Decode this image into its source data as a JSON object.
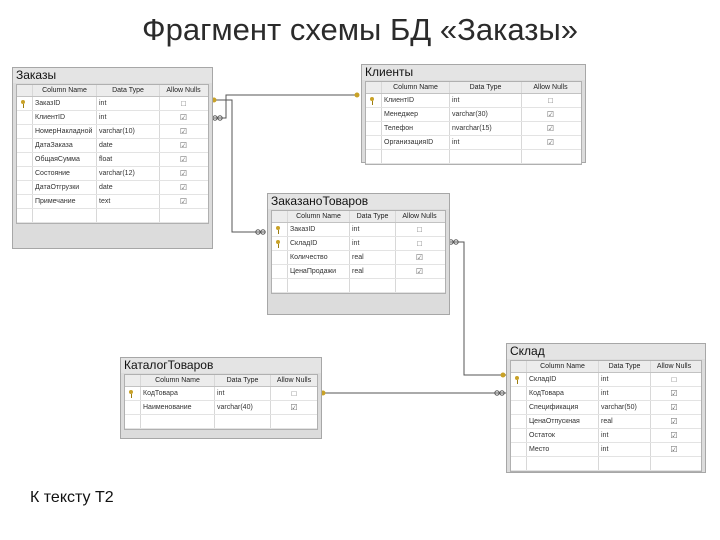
{
  "title": "Фрагмент схемы БД «Заказы»",
  "caption": "К тексту Т2",
  "columns_header": {
    "name": "Column Name",
    "type": "Data Type",
    "nulls": "Allow Nulls"
  },
  "colors": {
    "key": "#c9a227",
    "line": "#555555",
    "panel": "#dcdcdc"
  },
  "tables": [
    {
      "id": "zakazy",
      "title": "Заказы",
      "rows": [
        {
          "key": true,
          "name": "ЗаказID",
          "type": "int",
          "nulls": "□"
        },
        {
          "key": false,
          "name": "КлиентID",
          "type": "int",
          "nulls": "☑"
        },
        {
          "key": false,
          "name": "НомерНакладной",
          "type": "varchar(10)",
          "nulls": "☑"
        },
        {
          "key": false,
          "name": "ДатаЗаказа",
          "type": "date",
          "nulls": "☑"
        },
        {
          "key": false,
          "name": "ОбщаяСумма",
          "type": "float",
          "nulls": "☑"
        },
        {
          "key": false,
          "name": "Состояние",
          "type": "varchar(12)",
          "nulls": "☑"
        },
        {
          "key": false,
          "name": "ДатаОтгрузки",
          "type": "date",
          "nulls": "☑"
        },
        {
          "key": false,
          "name": "Примечание",
          "type": "text",
          "nulls": "☑"
        },
        {
          "key": false,
          "name": "",
          "type": "",
          "nulls": ""
        }
      ]
    },
    {
      "id": "klienty",
      "title": "Клиенты",
      "rows": [
        {
          "key": true,
          "name": "КлиентID",
          "type": "int",
          "nulls": "□"
        },
        {
          "key": false,
          "name": "Менеджер",
          "type": "varchar(30)",
          "nulls": "☑"
        },
        {
          "key": false,
          "name": "Телефон",
          "type": "nvarchar(15)",
          "nulls": "☑"
        },
        {
          "key": false,
          "name": "ОрганизацияID",
          "type": "int",
          "nulls": "☑"
        },
        {
          "key": false,
          "name": "",
          "type": "",
          "nulls": ""
        }
      ]
    },
    {
      "id": "zakazano",
      "title": "ЗаказаноТоваров",
      "rows": [
        {
          "key": true,
          "name": "ЗаказID",
          "type": "int",
          "nulls": "□"
        },
        {
          "key": true,
          "name": "СкладID",
          "type": "int",
          "nulls": "□"
        },
        {
          "key": false,
          "name": "Количество",
          "type": "real",
          "nulls": "☑"
        },
        {
          "key": false,
          "name": "ЦенаПродажи",
          "type": "real",
          "nulls": "☑"
        },
        {
          "key": false,
          "name": "",
          "type": "",
          "nulls": ""
        }
      ]
    },
    {
      "id": "katalog",
      "title": "КаталогТоваров",
      "rows": [
        {
          "key": true,
          "name": "КодТовара",
          "type": "int",
          "nulls": "□"
        },
        {
          "key": false,
          "name": "Наименование",
          "type": "varchar(40)",
          "nulls": "☑"
        },
        {
          "key": false,
          "name": "",
          "type": "",
          "nulls": ""
        }
      ]
    },
    {
      "id": "sklad",
      "title": "Склад",
      "rows": [
        {
          "key": true,
          "name": "СкладID",
          "type": "int",
          "nulls": "□"
        },
        {
          "key": false,
          "name": "КодТовара",
          "type": "int",
          "nulls": "☑"
        },
        {
          "key": false,
          "name": "Спецификация",
          "type": "varchar(50)",
          "nulls": "☑"
        },
        {
          "key": false,
          "name": "ЦенаОтпускная",
          "type": "real",
          "nulls": "☑"
        },
        {
          "key": false,
          "name": "Остаток",
          "type": "int",
          "nulls": "☑"
        },
        {
          "key": false,
          "name": "Место",
          "type": "int",
          "nulls": "☑"
        },
        {
          "key": false,
          "name": "",
          "type": "",
          "nulls": ""
        }
      ]
    }
  ]
}
